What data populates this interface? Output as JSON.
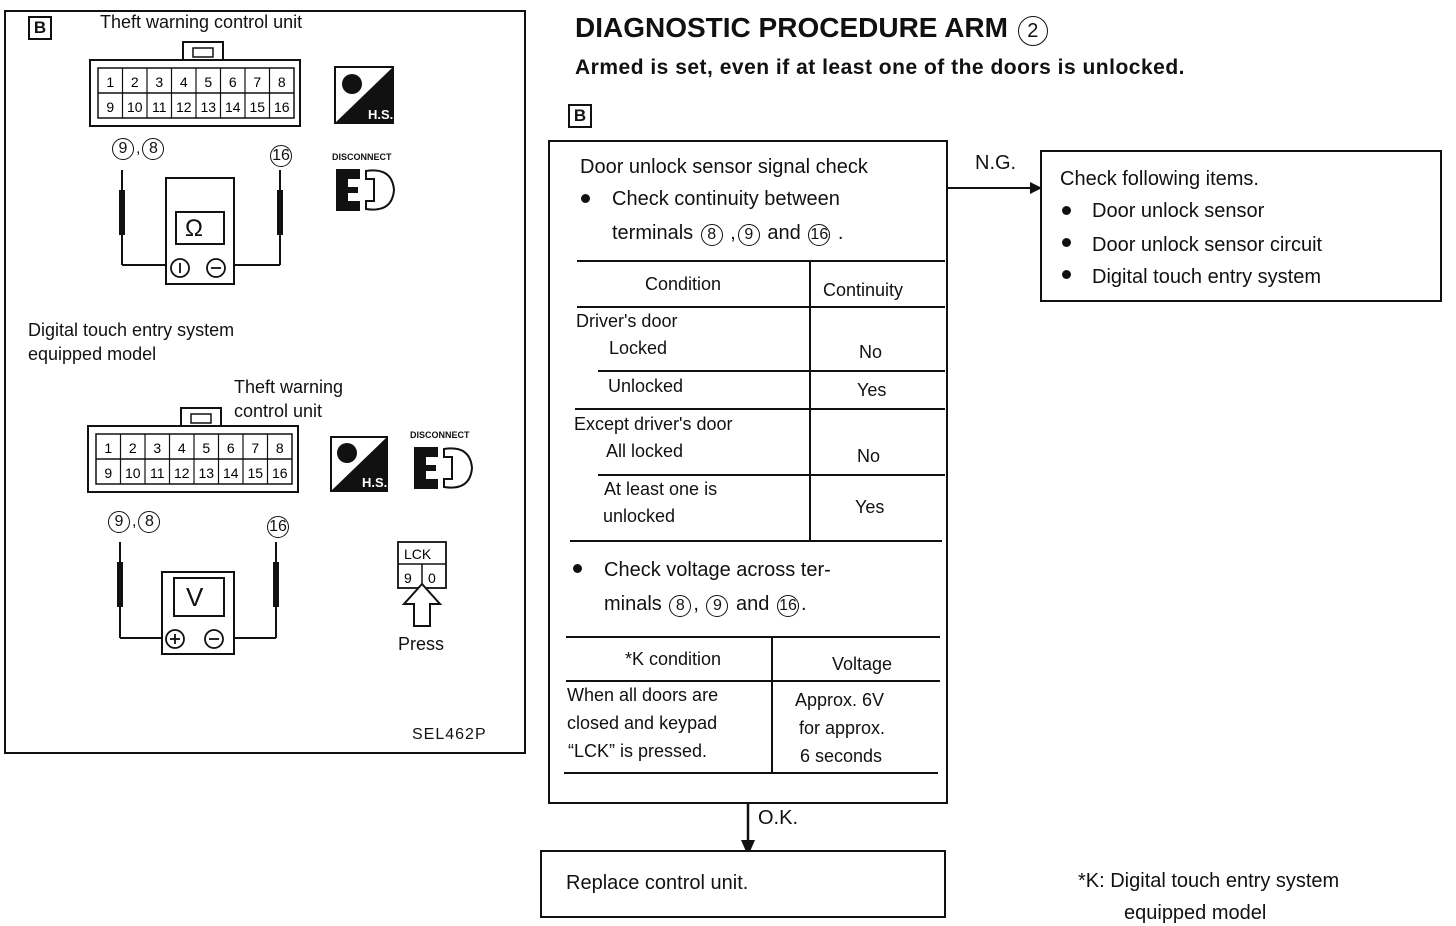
{
  "title": "DIAGNOSTIC PROCEDURE ARM",
  "title_num": "2",
  "subtitle": "Armed is set, even if at least one of the doors is unlocked.",
  "step_marker": "B",
  "left_panel": {
    "marker": "B",
    "unit_label_top": "Theft warning control unit",
    "connector_top_row": [
      "1",
      "2",
      "3",
      "4",
      "5",
      "6",
      "7",
      "8"
    ],
    "connector_bottom_row": [
      "9",
      "10",
      "11",
      "12",
      "13",
      "14",
      "15",
      "16"
    ],
    "probe_left_1": "9",
    "probe_left_2": "8",
    "probe_right": "16",
    "meter_ohm": "Ω",
    "meter_volt": "V",
    "hs_label": "H.S.",
    "disconnect_label": "DISCONNECT",
    "model_note_line1": "Digital touch entry system",
    "model_note_line2": "equipped model",
    "unit_label_mid_line1": "Theft warning",
    "unit_label_mid_line2": "control unit",
    "keypad_top": "LCK",
    "keypad_left": "9",
    "keypad_right": "0",
    "press_label": "Press",
    "ref_code": "SEL462P"
  },
  "check_box": {
    "heading": "Door unlock sensor signal check",
    "bullet1_line1": "Check continuity between",
    "bullet1_line2_prefix": "terminals",
    "term_a": "8",
    "term_b": "9",
    "term_c": "16",
    "and_word": "and",
    "continuity_table": {
      "headers": [
        "Condition",
        "Continuity"
      ],
      "rows": [
        {
          "group": "Driver's door",
          "sub": "Locked",
          "value": "No"
        },
        {
          "group": "",
          "sub": "Unlocked",
          "value": "Yes"
        },
        {
          "group": "Except driver's door",
          "sub": "All locked",
          "value": "No"
        },
        {
          "group": "",
          "sub_line1": "At least one is",
          "sub_line2": "unlocked",
          "value": "Yes"
        }
      ]
    },
    "bullet2_line1": "Check voltage across ter-",
    "bullet2_line2_prefix": "minals",
    "voltage_table": {
      "headers": [
        "*K condition",
        "Voltage"
      ],
      "cond_lines": [
        "When all doors are",
        "closed and keypad",
        "“LCK” is pressed."
      ],
      "volt_lines": [
        "Approx. 6V",
        "for approx.",
        "6 seconds"
      ]
    }
  },
  "ng_label": "N.G.",
  "ok_label": "O.K.",
  "ng_box": {
    "heading": "Check following items.",
    "items": [
      "Door unlock sensor",
      "Door unlock sensor circuit",
      "Digital touch entry system"
    ]
  },
  "ok_box": {
    "text": "Replace control unit."
  },
  "footnote": {
    "line1": "*K: Digital touch entry system",
    "line2": "equipped model"
  }
}
